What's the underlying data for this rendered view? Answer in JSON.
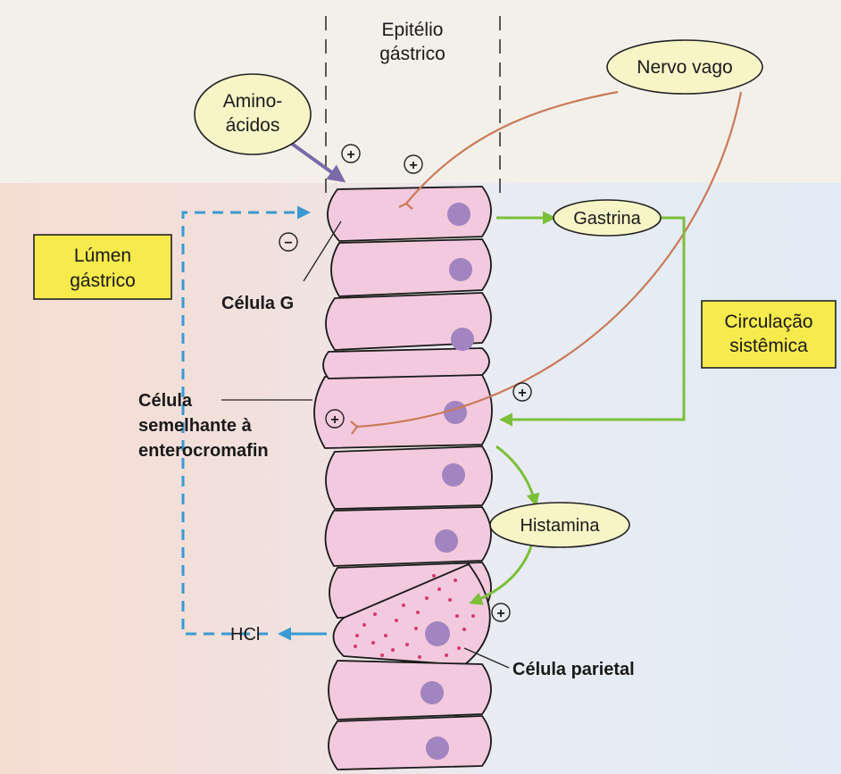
{
  "labels": {
    "epitelio_line1": "Epitélio",
    "epitelio_line2": "gástrico",
    "amino_line1": "Amino-",
    "amino_line2": "ácidos",
    "nervo_vago": "Nervo vago",
    "lumen_line1": "Lúmen",
    "lumen_line2": "gástrico",
    "gastrina": "Gastrina",
    "celula_g": "Célula G",
    "circulacao_line1": "Circulação",
    "circulacao_line2": "sistêmica",
    "ecl_line1": "Célula",
    "ecl_line2": "semelhante à",
    "ecl_line3": "enterocromafin",
    "histamina": "Histamina",
    "hcl": "HCl",
    "celula_parietal": "Célula parietal",
    "plus": "+",
    "minus": "−"
  },
  "colors": {
    "cell_fill": "#f3c9dd",
    "nucleus": "#a184c0",
    "green_arrow": "#7cbf3a",
    "blue_dashed": "#3a9ad2",
    "purple_arrow": "#7a6aa8",
    "nerve": "#c97a5a",
    "ellipse_fill": "#f7f4c6",
    "box_fill": "#f6ea4d"
  }
}
